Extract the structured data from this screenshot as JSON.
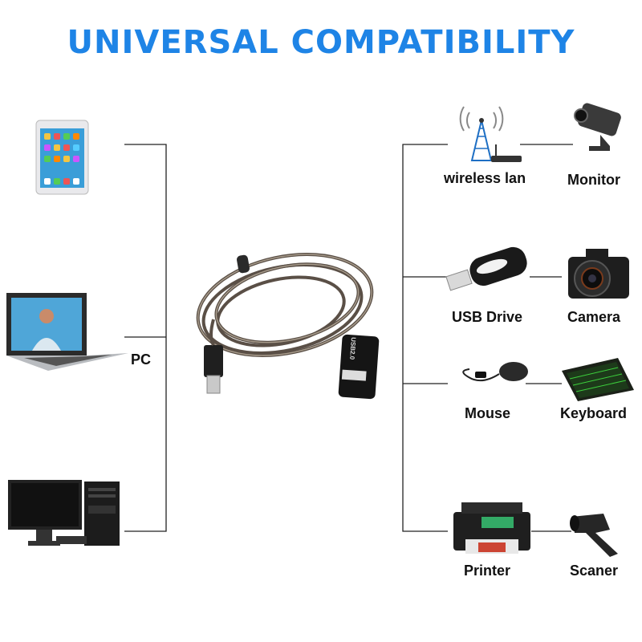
{
  "title": "UNIVERSAL COMPATIBILITY",
  "left_group": {
    "label": "PC",
    "devices": [
      {
        "icon": "tablet-icon"
      },
      {
        "icon": "laptop-icon"
      },
      {
        "icon": "desktop-computer-icon"
      }
    ]
  },
  "center": {
    "icon": "usb-extension-cable-icon",
    "connector_text": "USB2.0"
  },
  "right_group": {
    "devices": [
      {
        "icon": "wireless-router-icon",
        "label": "wireless  lan"
      },
      {
        "icon": "security-camera-icon",
        "label": "Monitor"
      },
      {
        "icon": "usb-flash-drive-icon",
        "label": "USB Drive"
      },
      {
        "icon": "dslr-camera-icon",
        "label": "Camera"
      },
      {
        "icon": "mouse-icon",
        "label": "Mouse"
      },
      {
        "icon": "keyboard-icon",
        "label": "Keyboard"
      },
      {
        "icon": "printer-icon",
        "label": "Printer"
      },
      {
        "icon": "barcode-scanner-icon",
        "label": "Scaner"
      }
    ]
  },
  "colors": {
    "title": "#1e84e6",
    "lines": "#222222",
    "text": "#111111"
  }
}
